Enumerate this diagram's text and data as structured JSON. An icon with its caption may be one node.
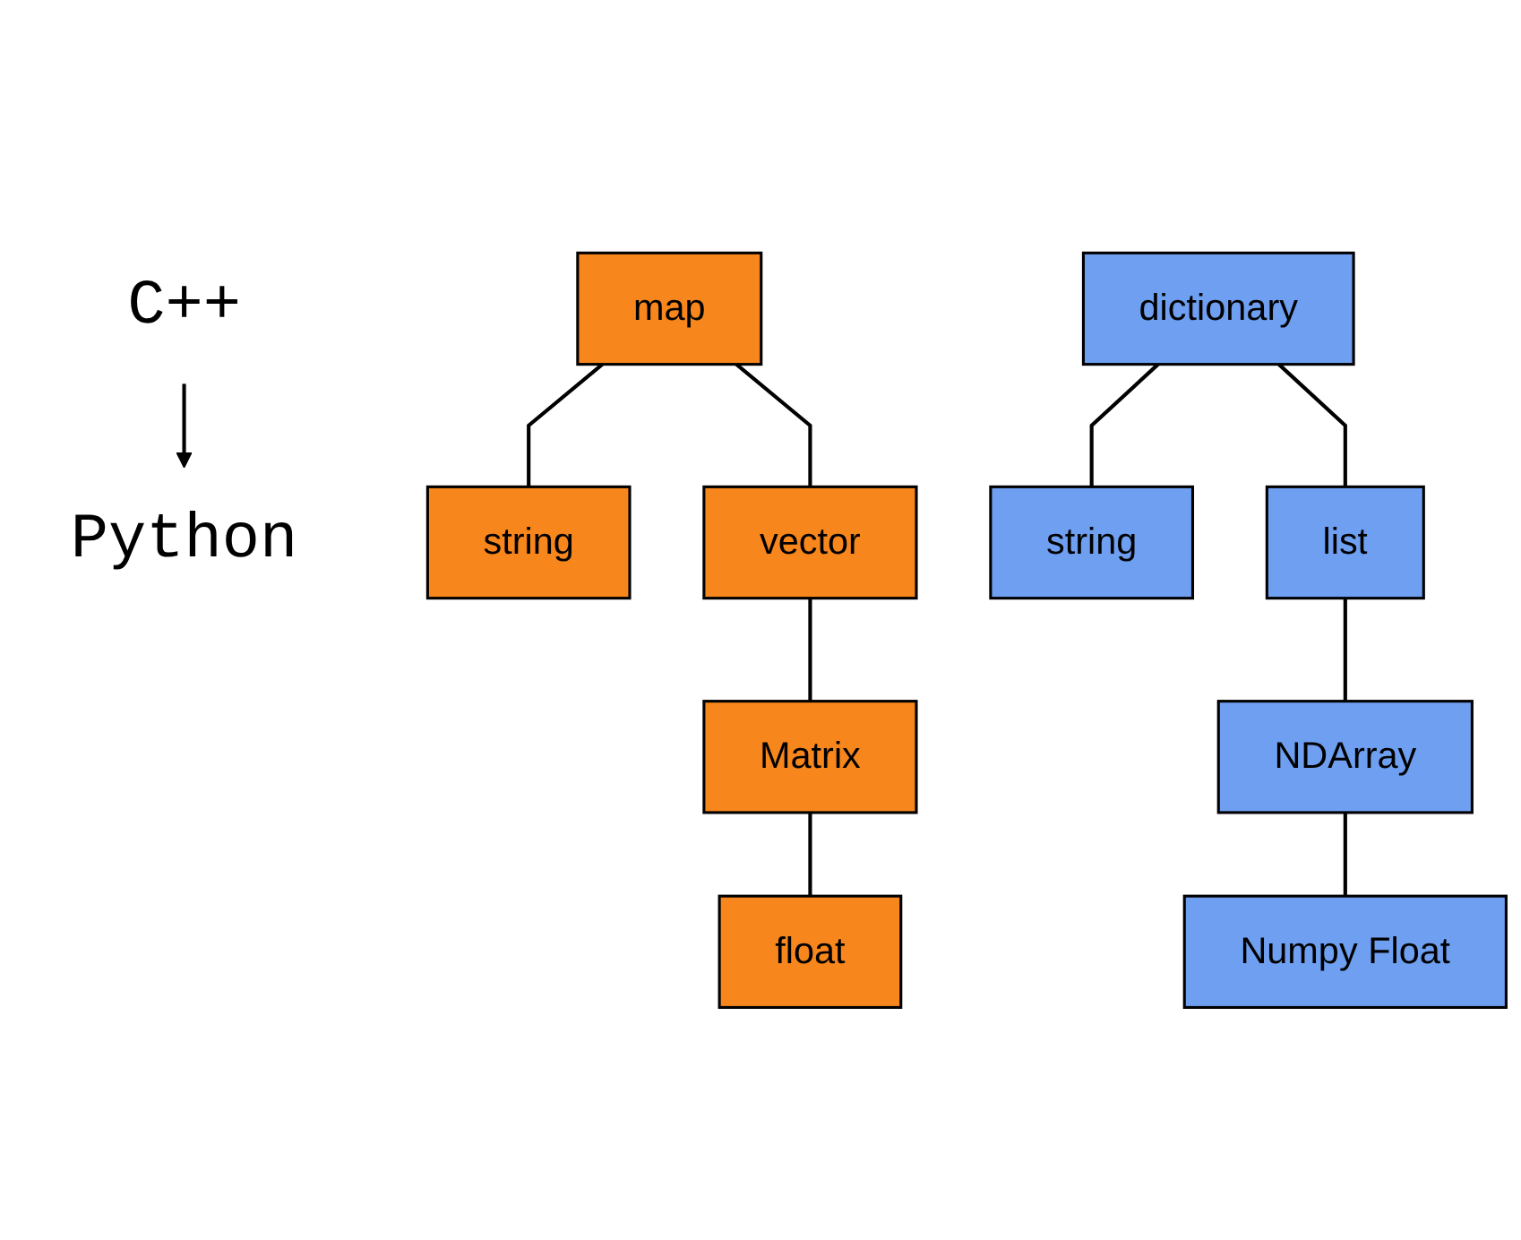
{
  "diagram": {
    "nodes": [
      {
        "text": [
          "C++"
        ]
      },
      {
        "text": [
          "Python"
        ]
      },
      {
        "text": [
          "map"
        ]
      },
      {
        "text": [
          "string"
        ]
      },
      {
        "text": [
          "vector"
        ]
      },
      {
        "text": [
          "Matrix"
        ]
      },
      {
        "text": [
          "float"
        ]
      },
      {
        "text": [
          "dictionary"
        ]
      },
      {
        "text": [
          "string"
        ]
      },
      {
        "text": [
          "list"
        ]
      },
      {
        "text": [
          "NDArray"
        ]
      },
      {
        "text": [
          "Numpy Float"
        ]
      }
    ],
    "edges": [
      {
        "from": 0,
        "to": 1,
        "arrow": "to"
      },
      {
        "from": 2,
        "to": 3,
        "arrow": "none"
      },
      {
        "from": 2,
        "to": 4,
        "arrow": "none"
      },
      {
        "from": 4,
        "to": 5,
        "arrow": "none"
      },
      {
        "from": 5,
        "to": 6,
        "arrow": "none"
      },
      {
        "from": 7,
        "to": 8,
        "arrow": "none"
      },
      {
        "from": 7,
        "to": 9,
        "arrow": "none"
      },
      {
        "from": 9,
        "to": 10,
        "arrow": "none"
      },
      {
        "from": 10,
        "to": 11,
        "arrow": "none"
      }
    ]
  }
}
